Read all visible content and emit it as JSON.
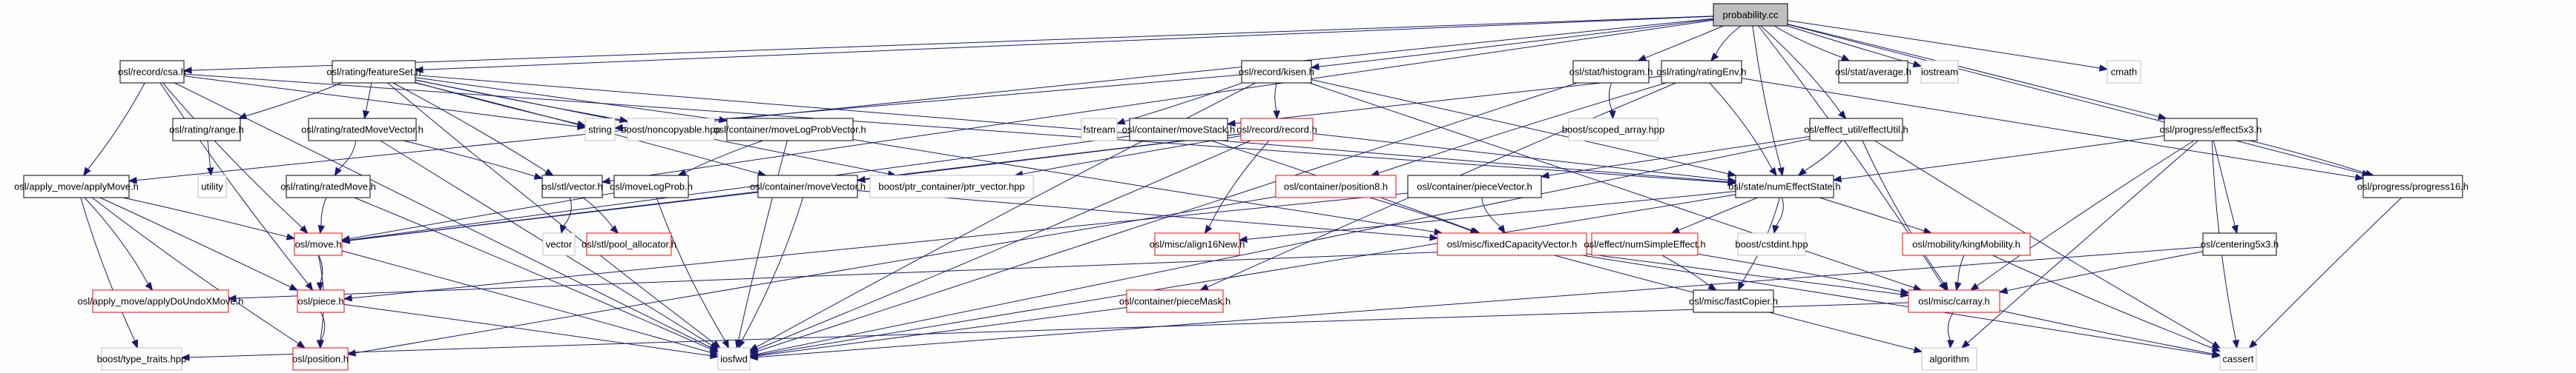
{
  "title": "probability.cc include dependency graph",
  "colors": {
    "root_fill": "#bfbfbf",
    "node_border_normal": "#000000",
    "node_border_truncated": "#ff0000",
    "node_border_external": "#bfbfbf",
    "edge": "#191970",
    "background": "#fefefe"
  },
  "nodes": [
    {
      "id": "probability",
      "label": "probability.cc",
      "kind": "root"
    },
    {
      "id": "csa",
      "label": "osl/record/csa.h",
      "kind": "normal"
    },
    {
      "id": "featureSet",
      "label": "osl/rating/featureSet.h",
      "kind": "normal"
    },
    {
      "id": "kisen",
      "label": "osl/record/kisen.h",
      "kind": "normal"
    },
    {
      "id": "histogram",
      "label": "osl/stat/histogram.h",
      "kind": "normal"
    },
    {
      "id": "ratingEnv",
      "label": "osl/rating/ratingEnv.h",
      "kind": "normal"
    },
    {
      "id": "average",
      "label": "osl/stat/average.h",
      "kind": "normal"
    },
    {
      "id": "iostream",
      "label": "iostream",
      "kind": "external"
    },
    {
      "id": "cmath",
      "label": "cmath",
      "kind": "external"
    },
    {
      "id": "range",
      "label": "osl/rating/range.h",
      "kind": "normal"
    },
    {
      "id": "ratedMoveVector",
      "label": "osl/rating/ratedMoveVector.h",
      "kind": "normal"
    },
    {
      "id": "string",
      "label": "string",
      "kind": "external"
    },
    {
      "id": "noncopyable",
      "label": "boost/noncopyable.hpp",
      "kind": "external"
    },
    {
      "id": "moveLogProbVector",
      "label": "osl/container/moveLogProbVector.h",
      "kind": "normal"
    },
    {
      "id": "fstream",
      "label": "fstream",
      "kind": "external"
    },
    {
      "id": "moveStack",
      "label": "osl/container/moveStack.h",
      "kind": "normal"
    },
    {
      "id": "record",
      "label": "osl/record/record.h",
      "kind": "truncated"
    },
    {
      "id": "scopedArray",
      "label": "boost/scoped_array.hpp",
      "kind": "external"
    },
    {
      "id": "effectUtil",
      "label": "osl/effect_util/effectUtil.h",
      "kind": "normal"
    },
    {
      "id": "effect5x3",
      "label": "osl/progress/effect5x3.h",
      "kind": "normal"
    },
    {
      "id": "applyMove",
      "label": "osl/apply_move/applyMove.h",
      "kind": "normal"
    },
    {
      "id": "utility",
      "label": "utility",
      "kind": "external"
    },
    {
      "id": "ratedMove",
      "label": "osl/rating/ratedMove.h",
      "kind": "normal"
    },
    {
      "id": "stlVector",
      "label": "osl/stl/vector.h",
      "kind": "normal"
    },
    {
      "id": "moveLogProb",
      "label": "osl/moveLogProb.h",
      "kind": "normal"
    },
    {
      "id": "moveVector",
      "label": "osl/container/moveVector.h",
      "kind": "normal"
    },
    {
      "id": "ptrVector",
      "label": "boost/ptr_container/ptr_vector.hpp",
      "kind": "external"
    },
    {
      "id": "position8",
      "label": "osl/container/position8.h",
      "kind": "truncated"
    },
    {
      "id": "pieceVector",
      "label": "osl/container/pieceVector.h",
      "kind": "normal"
    },
    {
      "id": "numEffectState",
      "label": "osl/state/numEffectState.h",
      "kind": "normal"
    },
    {
      "id": "progress16",
      "label": "osl/progress/progress16.h",
      "kind": "normal"
    },
    {
      "id": "vector",
      "label": "vector",
      "kind": "external"
    },
    {
      "id": "poolAllocator",
      "label": "osl/stl/pool_allocator.h",
      "kind": "truncated"
    },
    {
      "id": "moveH",
      "label": "osl/move.h",
      "kind": "truncated"
    },
    {
      "id": "align16New",
      "label": "osl/misc/align16New.h",
      "kind": "truncated"
    },
    {
      "id": "fixedCapacityVector",
      "label": "osl/misc/fixedCapacityVector.h",
      "kind": "truncated"
    },
    {
      "id": "numSimpleEffect",
      "label": "osl/effect/numSimpleEffect.h",
      "kind": "truncated"
    },
    {
      "id": "cstdint",
      "label": "boost/cstdint.hpp",
      "kind": "external"
    },
    {
      "id": "kingMobility",
      "label": "osl/mobility/kingMobility.h",
      "kind": "truncated"
    },
    {
      "id": "centering5x3",
      "label": "osl/centering5x3.h",
      "kind": "normal"
    },
    {
      "id": "applyDoUndo",
      "label": "osl/apply_move/applyDoUndoXMove.h",
      "kind": "truncated"
    },
    {
      "id": "piece",
      "label": "osl/piece.h",
      "kind": "truncated"
    },
    {
      "id": "pieceMask",
      "label": "osl/container/pieceMask.h",
      "kind": "truncated"
    },
    {
      "id": "fastCopier",
      "label": "osl/misc/fastCopier.h",
      "kind": "normal"
    },
    {
      "id": "carray",
      "label": "osl/misc/carray.h",
      "kind": "truncated"
    },
    {
      "id": "typeTraits",
      "label": "boost/type_traits.hpp",
      "kind": "external"
    },
    {
      "id": "positionH",
      "label": "osl/position.h",
      "kind": "truncated"
    },
    {
      "id": "iosfwd",
      "label": "iosfwd",
      "kind": "external"
    },
    {
      "id": "algorithm",
      "label": "algorithm",
      "kind": "external"
    },
    {
      "id": "cassert",
      "label": "cassert",
      "kind": "external"
    }
  ],
  "edges": [
    [
      "probability",
      "csa"
    ],
    [
      "probability",
      "featureSet"
    ],
    [
      "probability",
      "kisen"
    ],
    [
      "probability",
      "histogram"
    ],
    [
      "probability",
      "ratingEnv"
    ],
    [
      "probability",
      "average"
    ],
    [
      "probability",
      "iostream"
    ],
    [
      "probability",
      "cmath"
    ],
    [
      "probability",
      "effectUtil"
    ],
    [
      "probability",
      "effect5x3"
    ],
    [
      "probability",
      "numEffectState"
    ],
    [
      "probability",
      "applyMove"
    ],
    [
      "probability",
      "stlVector"
    ],
    [
      "probability",
      "progress16"
    ],
    [
      "probability",
      "carray"
    ],
    [
      "csa",
      "applyMove"
    ],
    [
      "csa",
      "string"
    ],
    [
      "csa",
      "moveH"
    ],
    [
      "csa",
      "piece"
    ],
    [
      "csa",
      "iosfwd"
    ],
    [
      "csa",
      "numEffectState"
    ],
    [
      "featureSet",
      "range"
    ],
    [
      "featureSet",
      "ratedMoveVector"
    ],
    [
      "featureSet",
      "string"
    ],
    [
      "featureSet",
      "noncopyable"
    ],
    [
      "featureSet",
      "moveLogProbVector"
    ],
    [
      "featureSet",
      "stlVector"
    ],
    [
      "featureSet",
      "moveVector"
    ],
    [
      "featureSet",
      "ptrVector"
    ],
    [
      "featureSet",
      "numEffectState"
    ],
    [
      "featureSet",
      "iosfwd"
    ],
    [
      "kisen",
      "record"
    ],
    [
      "kisen",
      "fstream"
    ],
    [
      "kisen",
      "string"
    ],
    [
      "kisen",
      "numEffectState"
    ],
    [
      "kisen",
      "carray"
    ],
    [
      "kisen",
      "iosfwd"
    ],
    [
      "histogram",
      "scopedArray"
    ],
    [
      "histogram",
      "iosfwd"
    ],
    [
      "ratingEnv",
      "numEffectState"
    ],
    [
      "ratingEnv",
      "moveStack"
    ],
    [
      "ratingEnv",
      "progress16"
    ],
    [
      "ratingEnv",
      "position8"
    ],
    [
      "ratingEnv",
      "pieceMask"
    ],
    [
      "range",
      "utility"
    ],
    [
      "ratedMoveVector",
      "ratedMove"
    ],
    [
      "ratedMoveVector",
      "stlVector"
    ],
    [
      "ratedMoveVector",
      "iosfwd"
    ],
    [
      "moveLogProbVector",
      "moveLogProb"
    ],
    [
      "moveLogProbVector",
      "fixedCapacityVector"
    ],
    [
      "moveLogProbVector",
      "iosfwd"
    ],
    [
      "moveStack",
      "moveH"
    ],
    [
      "moveStack",
      "fixedCapacityVector"
    ],
    [
      "record",
      "moveVector"
    ],
    [
      "record",
      "ptrVector"
    ],
    [
      "record",
      "align16New"
    ],
    [
      "record",
      "moveH"
    ],
    [
      "record",
      "numEffectState"
    ],
    [
      "record",
      "iosfwd"
    ],
    [
      "effectUtil",
      "numEffectState"
    ],
    [
      "effectUtil",
      "pieceVector"
    ],
    [
      "effectUtil",
      "carray"
    ],
    [
      "effectUtil",
      "cassert"
    ],
    [
      "effectUtil",
      "iosfwd"
    ],
    [
      "effect5x3",
      "numEffectState"
    ],
    [
      "effect5x3",
      "progress16"
    ],
    [
      "effect5x3",
      "centering5x3"
    ],
    [
      "effect5x3",
      "carray"
    ],
    [
      "effect5x3",
      "cassert"
    ],
    [
      "effect5x3",
      "algorithm"
    ],
    [
      "applyMove",
      "moveH"
    ],
    [
      "applyMove",
      "applyDoUndo"
    ],
    [
      "applyMove",
      "piece"
    ],
    [
      "applyMove",
      "typeTraits"
    ],
    [
      "applyMove",
      "positionH"
    ],
    [
      "ratedMove",
      "moveH"
    ],
    [
      "ratedMove",
      "iosfwd"
    ],
    [
      "stlVector",
      "vector"
    ],
    [
      "stlVector",
      "poolAllocator"
    ],
    [
      "moveLogProb",
      "moveH"
    ],
    [
      "moveLogProb",
      "iosfwd"
    ],
    [
      "moveVector",
      "moveH"
    ],
    [
      "moveVector",
      "fixedCapacityVector"
    ],
    [
      "moveVector",
      "iosfwd"
    ],
    [
      "position8",
      "fixedCapacityVector"
    ],
    [
      "position8",
      "positionH"
    ],
    [
      "pieceVector",
      "fixedCapacityVector"
    ],
    [
      "pieceVector",
      "piece"
    ],
    [
      "numEffectState",
      "numSimpleEffect"
    ],
    [
      "numEffectState",
      "cstdint"
    ],
    [
      "numEffectState",
      "fastCopier"
    ],
    [
      "numEffectState",
      "kingMobility"
    ],
    [
      "numEffectState",
      "align16New"
    ],
    [
      "numEffectState",
      "iosfwd"
    ],
    [
      "progress16",
      "cassert"
    ],
    [
      "moveH",
      "piece"
    ],
    [
      "moveH",
      "positionH"
    ],
    [
      "moveH",
      "iosfwd"
    ],
    [
      "fixedCapacityVector",
      "algorithm"
    ],
    [
      "fixedCapacityVector",
      "cassert"
    ],
    [
      "fixedCapacityVector",
      "carray"
    ],
    [
      "numSimpleEffect",
      "fastCopier"
    ],
    [
      "numSimpleEffect",
      "carray"
    ],
    [
      "numSimpleEffect",
      "applyDoUndo"
    ],
    [
      "kingMobility",
      "carray"
    ],
    [
      "kingMobility",
      "cassert"
    ],
    [
      "centering5x3",
      "carray"
    ],
    [
      "centering5x3",
      "iosfwd"
    ],
    [
      "piece",
      "positionH"
    ],
    [
      "piece",
      "iosfwd"
    ],
    [
      "pieceMask",
      "iosfwd"
    ],
    [
      "carray",
      "algorithm"
    ],
    [
      "carray",
      "cassert"
    ],
    [
      "carray",
      "typeTraits"
    ]
  ]
}
